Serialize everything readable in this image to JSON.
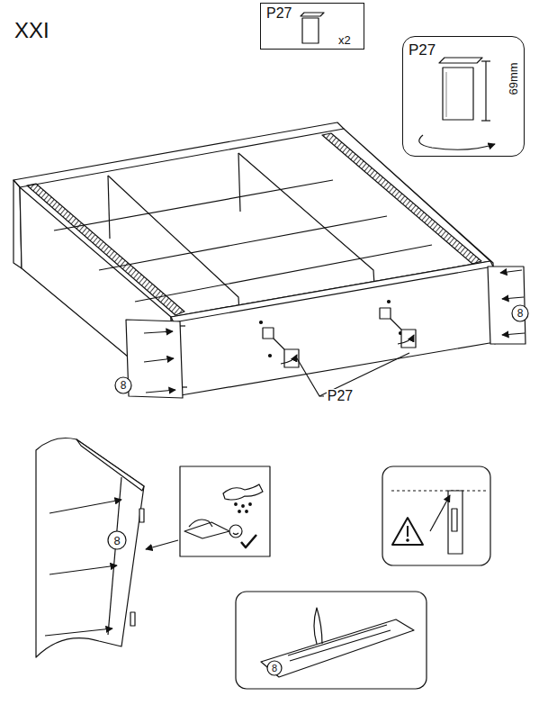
{
  "diagram": {
    "title": "XXI",
    "nodes": [
      {
        "text": [
          "P27",
          "x2"
        ]
      },
      {
        "text": [
          "P27",
          "69mm"
        ]
      }
    ],
    "labels": [
      "P27",
      "8",
      "8",
      "8",
      "8"
    ]
  }
}
